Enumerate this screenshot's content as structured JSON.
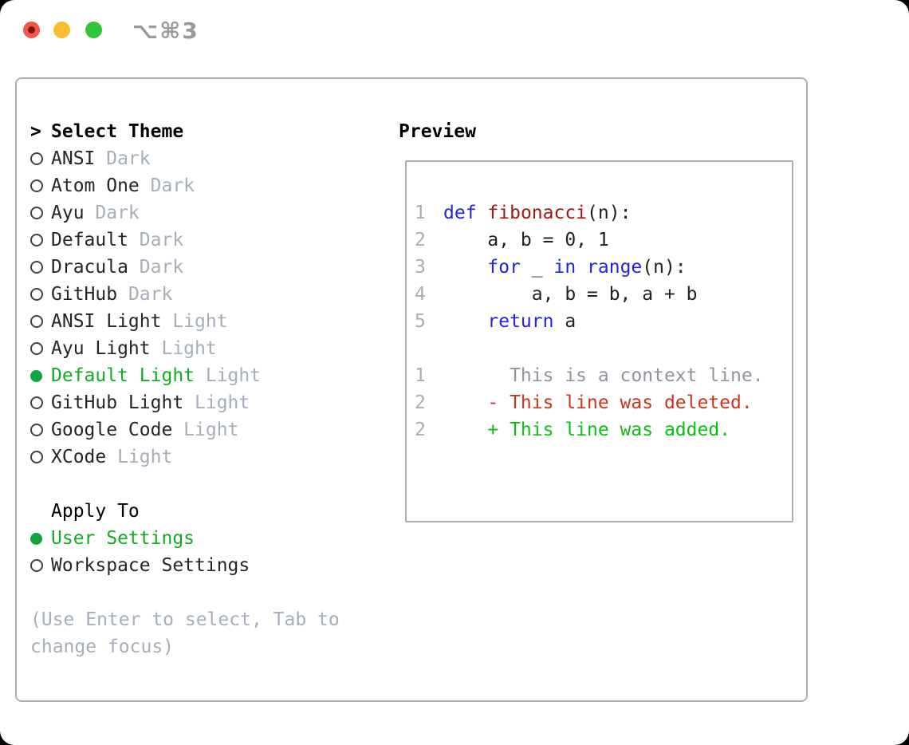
{
  "titlebar": {
    "shortcut_label": "⌥⌘3"
  },
  "select_theme": {
    "prompt": ">",
    "heading": "Select Theme",
    "items": [
      {
        "name": "ANSI",
        "variant": "Dark",
        "selected": false
      },
      {
        "name": "Atom One",
        "variant": "Dark",
        "selected": false
      },
      {
        "name": "Ayu",
        "variant": "Dark",
        "selected": false
      },
      {
        "name": "Default",
        "variant": "Dark",
        "selected": false
      },
      {
        "name": "Dracula",
        "variant": "Dark",
        "selected": false
      },
      {
        "name": "GitHub",
        "variant": "Dark",
        "selected": false
      },
      {
        "name": "ANSI Light",
        "variant": "Light",
        "selected": false
      },
      {
        "name": "Ayu Light",
        "variant": "Light",
        "selected": false
      },
      {
        "name": "Default Light",
        "variant": "Light",
        "selected": true
      },
      {
        "name": "GitHub Light",
        "variant": "Light",
        "selected": false
      },
      {
        "name": "Google Code",
        "variant": "Light",
        "selected": false
      },
      {
        "name": "XCode",
        "variant": "Light",
        "selected": false
      }
    ]
  },
  "apply_to": {
    "heading": "Apply To",
    "options": [
      {
        "label": "User Settings",
        "selected": true
      },
      {
        "label": "Workspace Settings",
        "selected": false
      }
    ]
  },
  "hint": "(Use Enter to select, Tab to change focus)",
  "preview": {
    "heading": "Preview",
    "code_lines": [
      {
        "number": "1",
        "tokens": [
          {
            "text": "def",
            "type": "keyword"
          },
          {
            "text": " ",
            "type": "plain"
          },
          {
            "text": "fibonacci",
            "type": "function"
          },
          {
            "text": "(n):",
            "type": "plain"
          }
        ]
      },
      {
        "number": "2",
        "tokens": [
          {
            "text": "    a, b = 0, 1",
            "type": "plain"
          }
        ]
      },
      {
        "number": "3",
        "tokens": [
          {
            "text": "    ",
            "type": "plain"
          },
          {
            "text": "for",
            "type": "keyword"
          },
          {
            "text": " _ ",
            "type": "plain"
          },
          {
            "text": "in",
            "type": "keyword"
          },
          {
            "text": " ",
            "type": "plain"
          },
          {
            "text": "range",
            "type": "keyword"
          },
          {
            "text": "(n):",
            "type": "plain"
          }
        ]
      },
      {
        "number": "4",
        "tokens": [
          {
            "text": "        a, b = b, a + b",
            "type": "plain"
          }
        ]
      },
      {
        "number": "5",
        "tokens": [
          {
            "text": "    ",
            "type": "plain"
          },
          {
            "text": "return",
            "type": "keyword"
          },
          {
            "text": " a",
            "type": "plain"
          }
        ]
      }
    ],
    "diff_lines": [
      {
        "number": "1",
        "text": "      This is a context line.",
        "type": "context"
      },
      {
        "number": "2",
        "text": "    - This line was deleted.",
        "type": "deleted"
      },
      {
        "number": "2",
        "text": "    + This line was added.",
        "type": "added"
      }
    ]
  },
  "colors": {
    "radio_selected_green": "#12a53f",
    "selected_text_green": "#10ad22",
    "keyword_blue": "#2424e0",
    "function_red": "#a61717",
    "diff_deleted_red": "#cc341e",
    "diff_added_green": "#0ac112",
    "muted_gray": "#a6aeba",
    "context_gray": "#8e959e",
    "panel_border_gray": "#a8afb9",
    "traffic_red": "#f2564d",
    "traffic_yellow": "#fbbd2e",
    "traffic_green": "#33c43a"
  }
}
